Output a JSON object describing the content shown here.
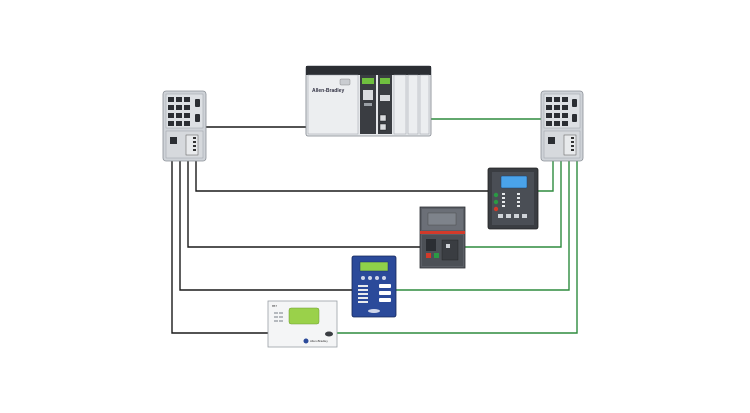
{
  "colors": {
    "background": "#ffffff",
    "copper_link": "#1a1a1a",
    "fiber_link": "#2e8b3e",
    "switch_body": "#cfd3d8",
    "controller_body": "#e6e8eb",
    "relay_dark": "#3a3d42",
    "relay_blue": "#2b4a9a",
    "breaker_panel": "#5b5f66",
    "hmi_screen": "#9ad14a",
    "accent_red": "#d23a2a",
    "accent_green": "#2a9a44",
    "lcd_blue": "#4aa3ea"
  },
  "devices": {
    "controller": {
      "brand_text": "Allen-Bradley",
      "icon": "controllogix-chassis-icon"
    },
    "left_switch": {
      "icon": "managed-ethernet-switch-icon"
    },
    "right_switch": {
      "icon": "managed-ethernet-switch-icon"
    },
    "protection_relay": {
      "icon": "protective-relay-icon"
    },
    "circuit_breaker": {
      "icon": "circuit-breaker-icon"
    },
    "motor_relay": {
      "icon": "motor-protection-relay-icon"
    },
    "hmi_panel": {
      "model_text": "857",
      "brand_text": "Allen-Bradley",
      "icon": "operator-panel-icon"
    }
  },
  "links": {
    "copper": [
      "left-switch-to-controller",
      "left-switch-to-protection-relay",
      "left-switch-to-circuit-breaker",
      "left-switch-to-motor-relay",
      "left-switch-to-hmi-panel"
    ],
    "fiber": [
      "right-switch-to-controller",
      "right-switch-to-protection-relay",
      "right-switch-to-circuit-breaker",
      "right-switch-to-motor-relay",
      "right-switch-to-hmi-panel"
    ]
  }
}
